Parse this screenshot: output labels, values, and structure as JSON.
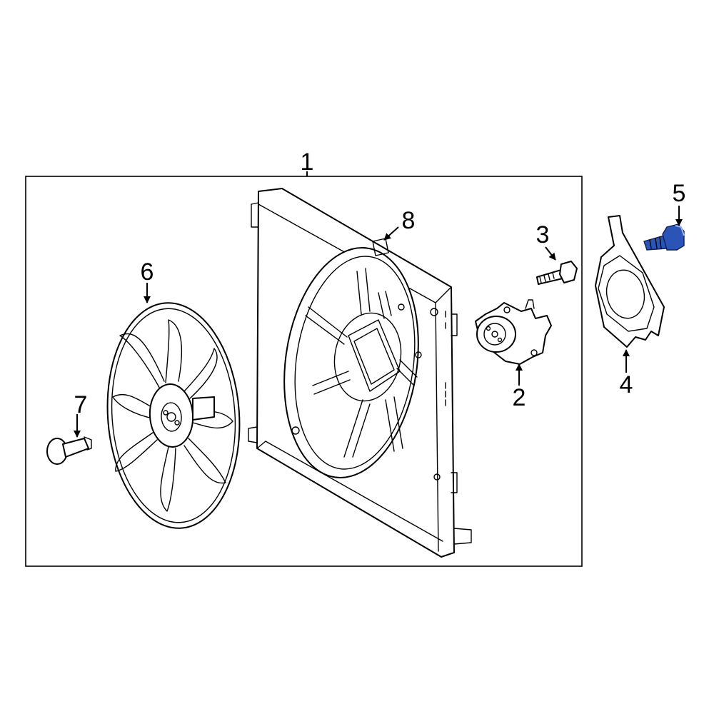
{
  "callouts": [
    "1",
    "2",
    "3",
    "4",
    "5",
    "6",
    "7",
    "8"
  ],
  "colors": {
    "line": "#000000",
    "background": "#ffffff",
    "highlight_part": "#2a54b5"
  },
  "highlighted_callout": "5"
}
